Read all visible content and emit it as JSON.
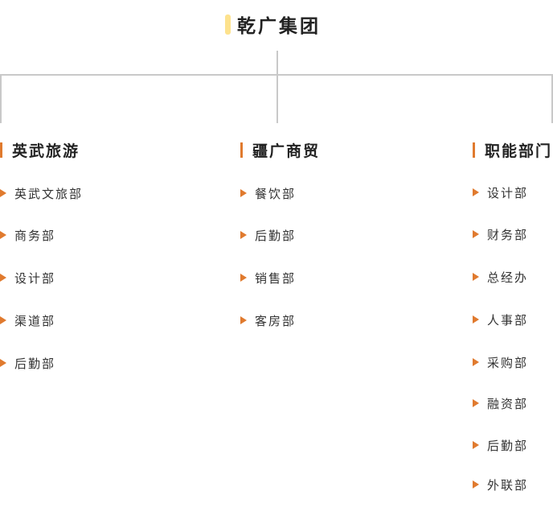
{
  "root": {
    "title": "乾广集团"
  },
  "branches": [
    {
      "title": "英武旅游",
      "items": [
        "英武文旅部",
        "商务部",
        "设计部",
        "渠道部",
        "后勤部"
      ]
    },
    {
      "title": "疆广商贸",
      "items": [
        "餐饮部",
        "后勤部",
        "销售部",
        "客房部"
      ]
    },
    {
      "title": "职能部门",
      "items": [
        "设计部",
        "财务部",
        "总经办",
        "人事部",
        "采购部",
        "融资部",
        "后勤部",
        "外联部"
      ]
    }
  ],
  "colors": {
    "root_accent": "#fde28d",
    "branch_accent": "#e07a2e",
    "connector": "#c9c9c9"
  }
}
